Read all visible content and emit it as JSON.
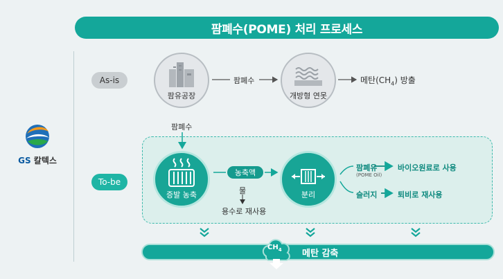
{
  "title": "팜폐수(POME) 처리 프로세스",
  "logo": {
    "brand": "GS",
    "name": "칼텍스"
  },
  "rows": {
    "as_is": "As-is",
    "to_be": "To-be"
  },
  "as_is": {
    "factory_label": "팜유공장",
    "edge_label": "팜폐수",
    "pond_label": "개방형 연못",
    "output_label_pre": "메탄(CH",
    "output_sub": "4",
    "output_label_post": ") 방출"
  },
  "transition_label": "팜폐수",
  "to_be": {
    "evap_label": "증발 농축",
    "concentrate_label": "농축액",
    "water_label": "물",
    "reuse_label": "용수로 재사용",
    "separation_label": "분리",
    "oil_label": "팜폐유",
    "oil_sub": "(POME Oil)",
    "oil_target": "바이오원료로 사용",
    "sludge_label": "슬러지",
    "sludge_target": "퇴비로 재사용"
  },
  "bottom": {
    "badge_pre": "CH",
    "badge_sub": "4",
    "label": "메탄 감축"
  },
  "colors": {
    "teal": "#14a79a",
    "teal_dark": "#0f8a7f",
    "grey": "#c9ced1",
    "background": "#edf2f3"
  }
}
